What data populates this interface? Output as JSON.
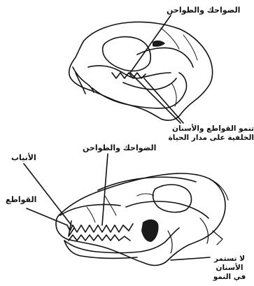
{
  "figure": {
    "upper_skull": {
      "label_molars": "الضواحك والطواحن",
      "label_growth_line1": "تنمو القواطع والأسنان",
      "label_growth_line2": "الخلفية على مدار الحياة"
    },
    "lower_skull": {
      "label_molars": "الضواحك والطواحن",
      "label_canines": "الأنياب",
      "label_incisors": "القواطع",
      "label_nogrowth_line1": "لا تستمر الأسنان",
      "label_nogrowth_line2": "في النمو"
    },
    "colors": {
      "ink": "#111111",
      "background": "#ffffff",
      "shade": "#1a1a1a"
    }
  }
}
